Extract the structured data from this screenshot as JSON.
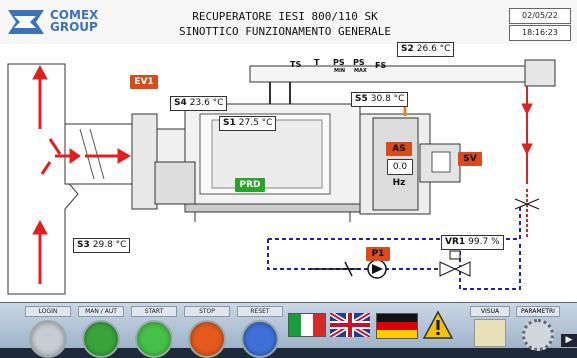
{
  "header": {
    "brand_line1": "COMEX",
    "brand_line2": "GROUP",
    "title_line1": "RECUPERATORE IESI 800/110 SK",
    "title_line2": "SINOTTICO FUNZIONAMENTO GENERALE",
    "date": "02/05/22",
    "time": "18:16:23"
  },
  "sensors": {
    "s1": {
      "label": "S1",
      "value": "27.5",
      "unit": "°C"
    },
    "s2": {
      "label": "S2",
      "value": "26.6",
      "unit": "°C"
    },
    "s3": {
      "label": "S3",
      "value": "29.8",
      "unit": "°C"
    },
    "s4": {
      "label": "S4",
      "value": "23.6",
      "unit": "°C"
    },
    "s5": {
      "label": "S5",
      "value": "30.8",
      "unit": "°C"
    },
    "vr1": {
      "label": "VR1",
      "value": "99.7",
      "unit": "%"
    }
  },
  "components": {
    "ev1": "EV1",
    "prd": "PRD",
    "as": "AS",
    "as_value": "0.0",
    "as_unit": "Hz",
    "sv": "SV",
    "p1": "P1"
  },
  "instruments": [
    "TS",
    "T",
    "PS",
    "PS",
    "FS"
  ],
  "instrument_subs": [
    "",
    "",
    "MIN",
    "MAX",
    ""
  ],
  "buttons": [
    {
      "label": "LOGIN",
      "color": "#c9ccd2"
    },
    {
      "label": "MAN / AUT",
      "color": "#3aa33a"
    },
    {
      "label": "START",
      "color": "#46c046"
    },
    {
      "label": "STOP",
      "color": "#e45a1c"
    },
    {
      "label": "RESET",
      "color": "#3d6fd6"
    }
  ],
  "right_buttons": [
    {
      "label": "VISUA"
    },
    {
      "label": "PARAMETRI"
    }
  ],
  "colors": {
    "badge_red": "#d94b1a",
    "badge_green": "#29a329",
    "air_arrow": "#e02020",
    "water_pipe": "#2222aa"
  }
}
